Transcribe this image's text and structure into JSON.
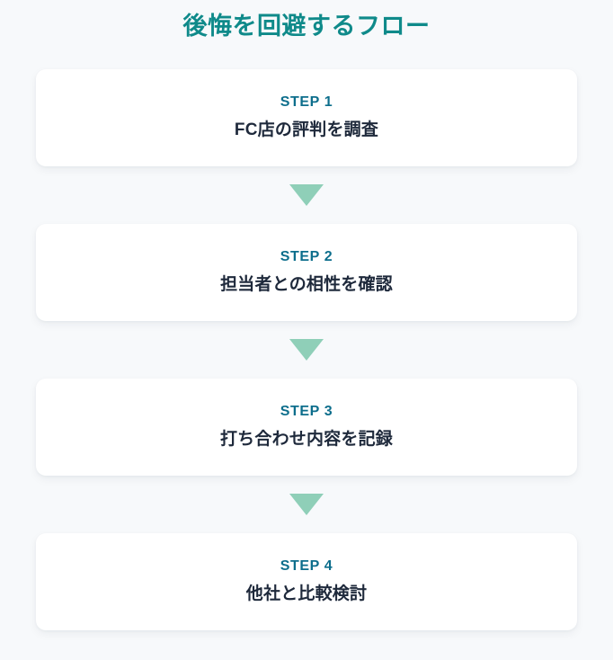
{
  "page": {
    "title": "後悔を回避するフロー",
    "background_color": "#f7f9fb",
    "title_color": "#0f8a8a",
    "card_color": "#ffffff",
    "step_label_color": "#0d6e8c",
    "step_text_color": "#1e293b",
    "arrow_color": "#8fcfb8"
  },
  "flow": {
    "steps": [
      {
        "label": "STEP 1",
        "text": "FC店の評判を調査"
      },
      {
        "label": "STEP 2",
        "text": "担当者との相性を確認"
      },
      {
        "label": "STEP 3",
        "text": "打ち合わせ内容を記録"
      },
      {
        "label": "STEP 4",
        "text": "他社と比較検討"
      }
    ],
    "connector_icon": "triangle-down-icon"
  }
}
